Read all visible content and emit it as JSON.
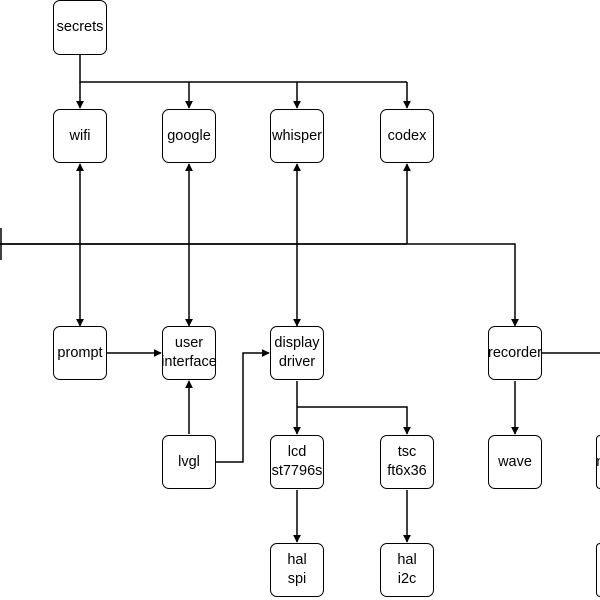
{
  "nodes": {
    "secrets": "secrets",
    "wifi": "wifi",
    "google": "google",
    "whisper": "whisper",
    "codex": "codex",
    "prompt": "prompt",
    "user_interface": "user\ninterface",
    "display_driver": "display\ndriver",
    "recorder": "recorder",
    "lvgl": "lvgl",
    "lcd": "lcd\nst7796s",
    "tsc": "tsc\nft6x36",
    "wave": "wave",
    "hal_spi": "hal\nspi",
    "hal_i2c": "hal\ni2c",
    "partial_right_top": "in",
    "partial_right_bottom": ""
  },
  "colors": {
    "stroke": "#000000",
    "background": "#ffffff"
  }
}
